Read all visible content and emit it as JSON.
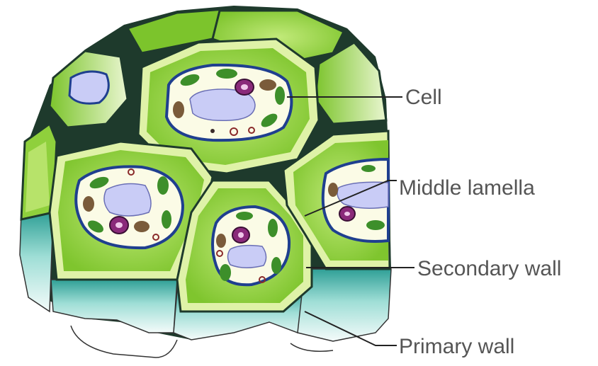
{
  "labels": {
    "cell": "Cell",
    "middle_lamella": "Middle lamella",
    "secondary_wall": "Secondary wall",
    "primary_wall": "Primary wall"
  },
  "colors": {
    "lamella": "#1e3a2c",
    "primary_wall": "#dff2a8",
    "secondary_wall": "#8fd03c",
    "secondary_wall_light": "#b7e36a",
    "cytoplasm": "#fbfbe6",
    "membrane": "#1f3f8f",
    "vacuole": "#c9ccf6",
    "chloroplast": "#3d8f2a",
    "nucleus": "#8a2a7a",
    "side_face": "#2aa39a",
    "side_face_light": "#d7f2ee"
  }
}
